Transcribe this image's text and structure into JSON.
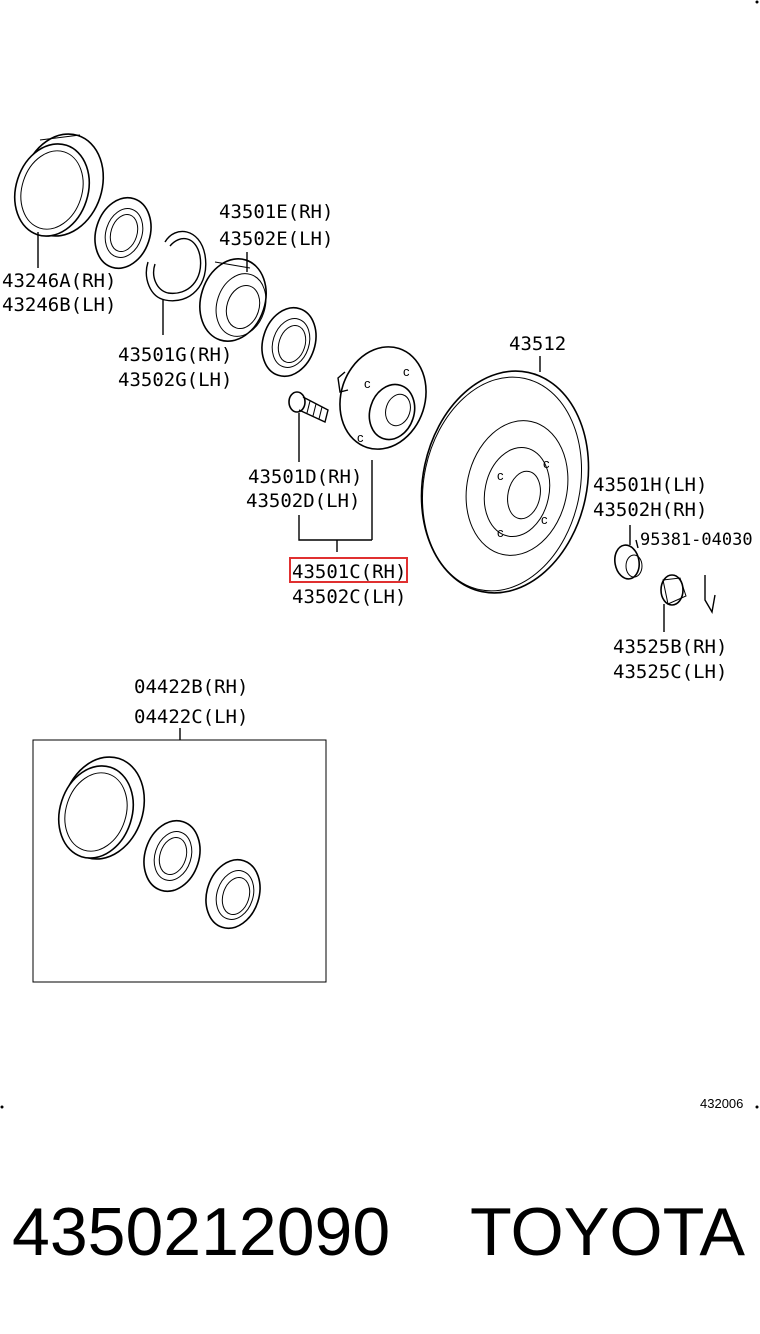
{
  "labels": {
    "p43246a": "43246A(RH)",
    "p43246b": "43246B(LH)",
    "p43501e": "43501E(RH)",
    "p43502e": "43502E(LH)",
    "p43501g": "43501G(RH)",
    "p43502g": "43502G(LH)",
    "p43512": "43512",
    "p43501d": "43501D(RH)",
    "p43502d": "43502D(LH)",
    "p43501c": "43501C(RH)",
    "p43502c": "43502C(LH)",
    "p43501h": "43501H(LH)",
    "p43502h": "43502H(RH)",
    "p95381": "95381-04030",
    "p43525b": "43525B(RH)",
    "p43525c": "43525C(LH)",
    "p04422b": "04422B(RH)",
    "p04422c": "04422C(LH)"
  },
  "reference_code": "432006",
  "footer": {
    "part_number": "4350212090",
    "brand": "TOYOTA"
  },
  "highlight_color": "#e03030"
}
